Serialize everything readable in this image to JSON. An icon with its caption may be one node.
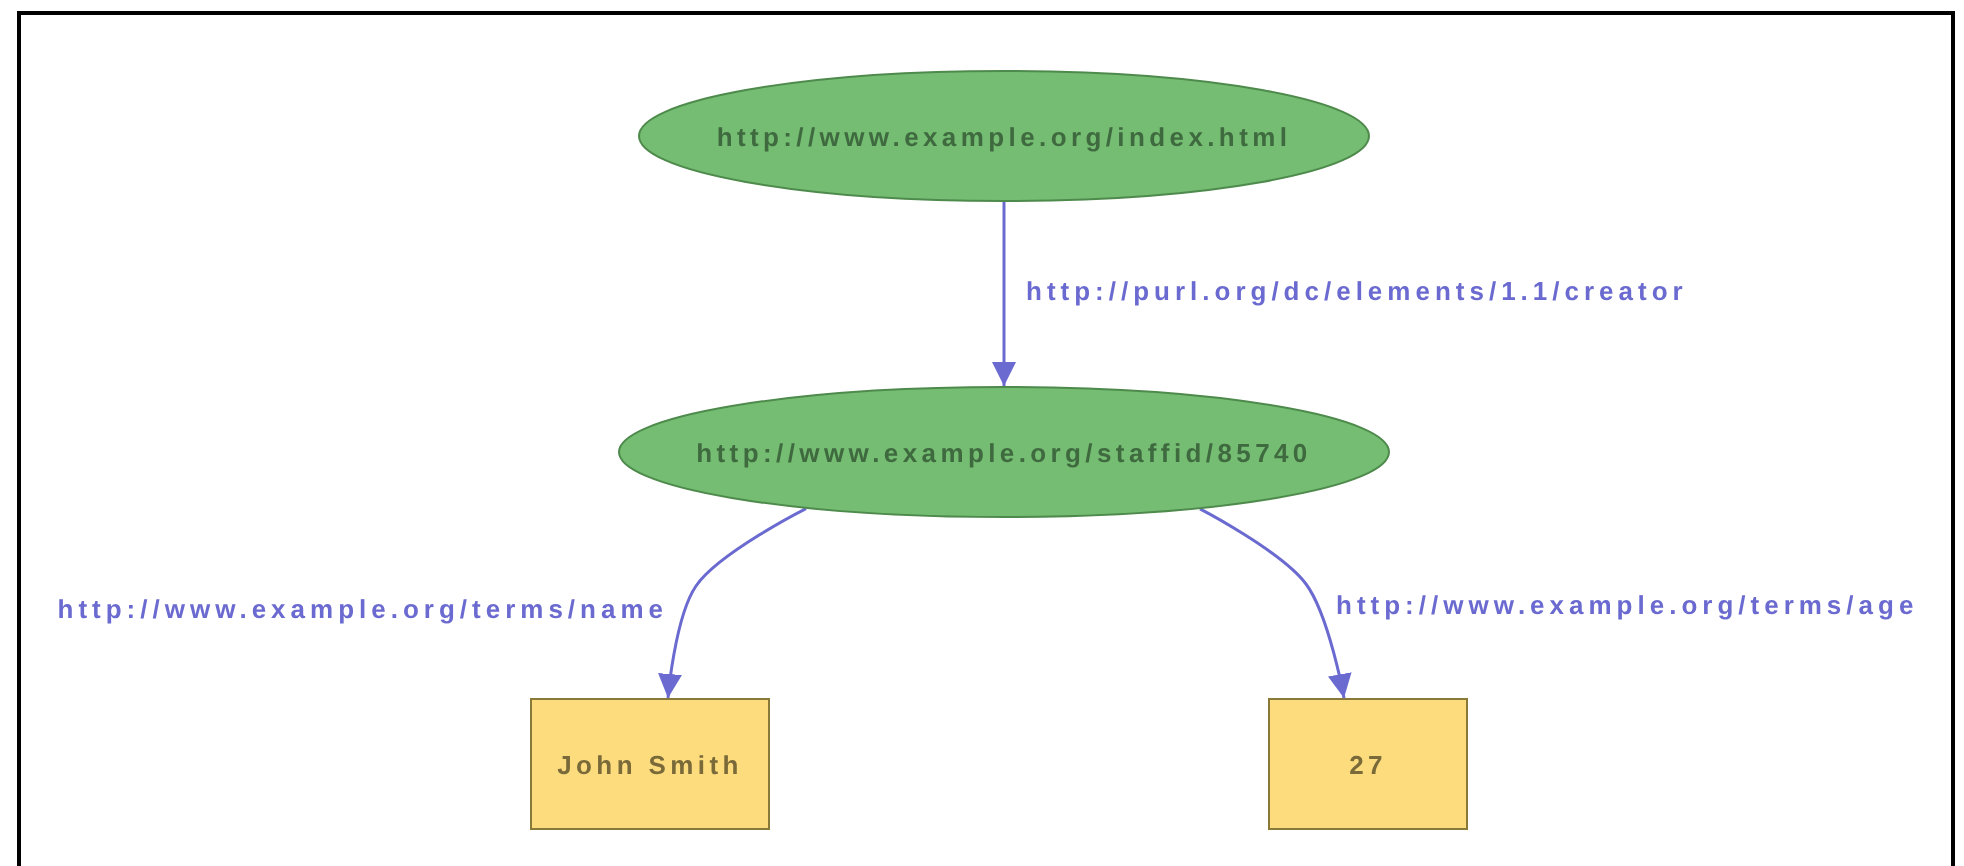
{
  "diagram": {
    "nodes": [
      {
        "text": [
          "http://www.example.org/index.html"
        ]
      },
      {
        "text": [
          "http://www.example.org/staffid/85740"
        ]
      },
      {
        "text": [
          "John Smith"
        ]
      },
      {
        "text": [
          "27"
        ]
      }
    ],
    "edges": [
      {
        "from": 0,
        "to": 1,
        "arrow": "to",
        "label": "http://purl.org/dc/elements/1.1/creator"
      },
      {
        "from": 1,
        "to": 2,
        "arrow": "to",
        "label": "http://www.example.org/terms/name"
      },
      {
        "from": 1,
        "to": 3,
        "arrow": "to",
        "label": "http://www.example.org/terms/age"
      }
    ]
  }
}
